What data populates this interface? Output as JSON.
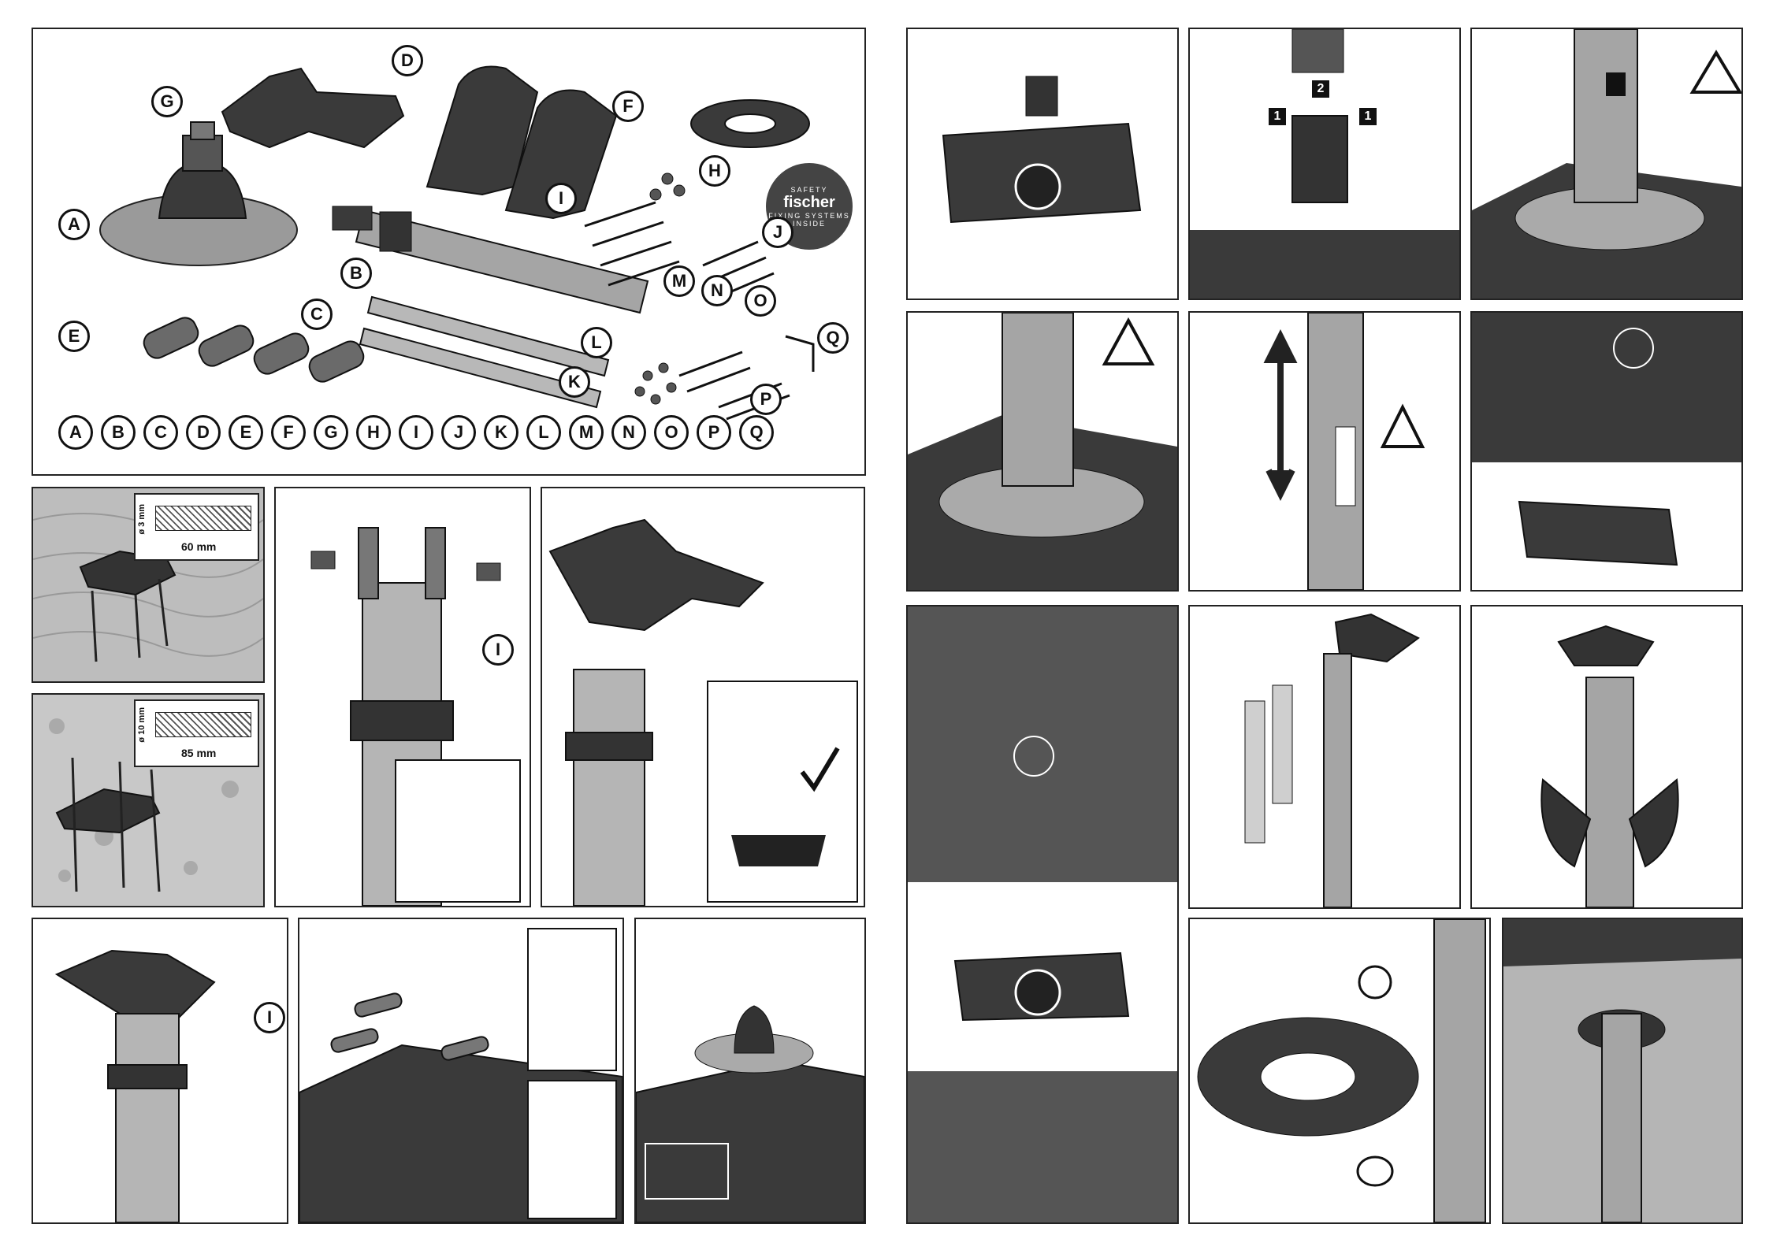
{
  "parts_panel": {
    "callouts": [
      "A",
      "B",
      "C",
      "D",
      "E",
      "F",
      "G",
      "H",
      "I",
      "J",
      "K",
      "L",
      "M",
      "N",
      "O",
      "P",
      "Q"
    ],
    "legend_row": [
      "A",
      "B",
      "C",
      "D",
      "E",
      "F",
      "G",
      "H",
      "I",
      "J",
      "K",
      "L",
      "M",
      "N",
      "O",
      "P",
      "Q"
    ],
    "logo": {
      "brand": "fischer",
      "top_text": "SAFETY",
      "bottom_text": "INSIDE",
      "sub_text": "FIXING SYSTEMS"
    }
  },
  "wood_install": {
    "depth": "ø 3 mm",
    "length": "60 mm"
  },
  "concrete_install": {
    "depth": "ø 10 mm",
    "length": "85 mm"
  },
  "screw_panel_1": {
    "callout": "I"
  },
  "screw_panel_2": {
    "callout": "I"
  },
  "lift_panel": {
    "step1": "1",
    "step2": "2"
  },
  "colors": {
    "line": "#111111",
    "dark_part": "#3a3a3a",
    "mid_gray": "#8a8a8a",
    "light_gray": "#cfcfcf"
  }
}
